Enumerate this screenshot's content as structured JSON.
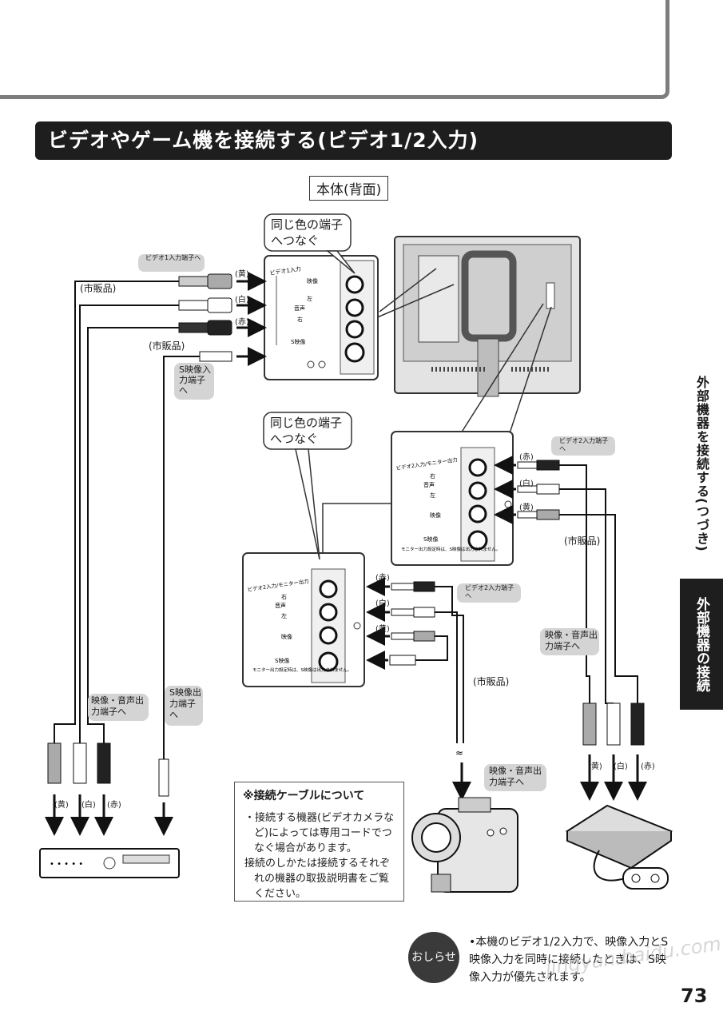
{
  "section_title": "ビデオやゲーム機を接続する(ビデオ1/2入力)",
  "body_label": "本体(背面)",
  "callouts": {
    "same_color_1": "同じ色の端子へつなぐ",
    "same_color_2": "同じ色の端子へつなぐ"
  },
  "labels": {
    "video1_in": "ビデオ1入力端子へ",
    "video2_in_right": "ビデオ2入力端子へ",
    "video2_in_left": "ビデオ2入力端子へ",
    "commercial_1": "(市販品)",
    "commercial_2": "(市販品)",
    "commercial_3": "(市販品)",
    "commercial_4": "(市販品)",
    "s_video_in": "S映像入力端子へ",
    "av_out_left": "映像・音声出力端子へ",
    "s_out_left": "S映像出力端子へ",
    "av_out_right": "映像・音声出力端子へ",
    "av_out_cam": "映像・音声出力端子へ",
    "yellow": "(黄)",
    "white": "(白)",
    "red": "(赤)"
  },
  "panels": {
    "panel1_header": "ビデオ1入力",
    "panel2_header": "ビデオ2入力/モニター出力",
    "video": "映像",
    "left": "左",
    "audio": "音声",
    "right": "右",
    "s_video": "S映像",
    "monitor_note": "モニター出力設定時は、S映像は出力されません。"
  },
  "notice": {
    "title": "※接続ケーブルについて",
    "line1": "・接続する機器(ビデオカメラなど)によっては専用コードでつなぐ場合があります。",
    "line2": "接続のしかたは接続するそれぞれの機器の取扱説明書をご覧ください。"
  },
  "info": {
    "badge": "おしらせ",
    "text": "•本機のビデオ1/2入力で、映像入力とS映像入力を同時に接続したときは、S映像入力が優先されます。"
  },
  "side_tabs": {
    "tab1": "外部機器を接続する(つづき)",
    "tab2": "外部機器の接続"
  },
  "page_number": "73",
  "watermark": "jingyan.baidu.com"
}
